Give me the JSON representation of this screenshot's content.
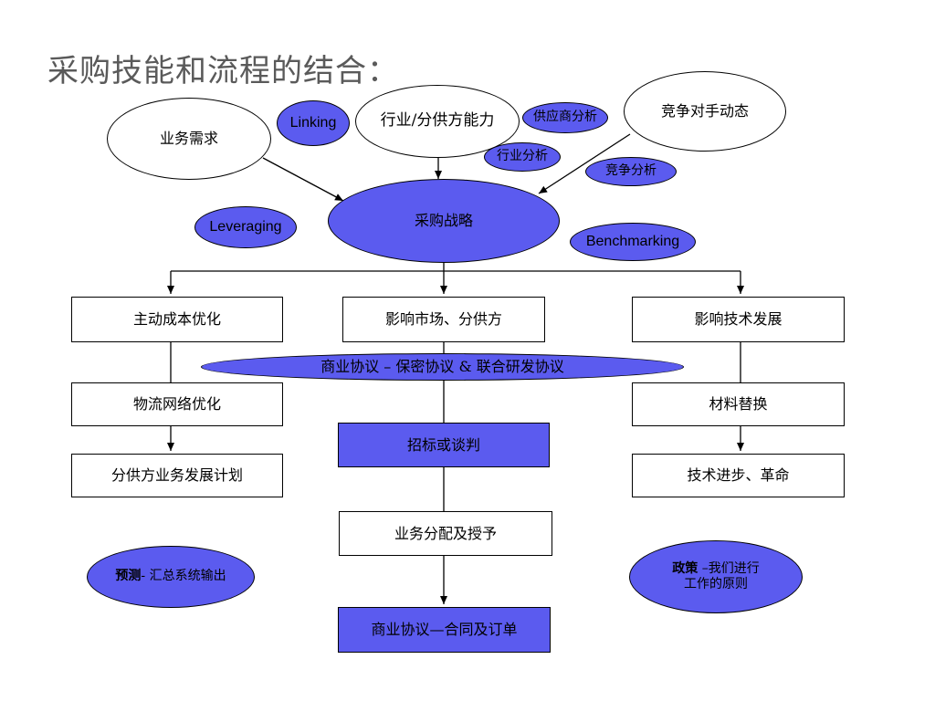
{
  "title": "采购技能和流程的结合：",
  "nodes": {
    "business_needs": "业务需求",
    "industry_capability": "行业/分供方能力",
    "competitor_dynamics": "竞争对手动态",
    "linking": "Linking",
    "supplier_analysis": "供应商分析",
    "industry_analysis": "行业分析",
    "competition_analysis": "竞争分析",
    "leveraging": "Leveraging",
    "procurement_strategy": "采购战略",
    "benchmarking": "Benchmarking",
    "cost_optimization": "主动成本优化",
    "influence_market": "影响市场、分供方",
    "influence_tech": "影响技术发展",
    "business_agreement": "商业协议 – 保密协议 & 联合研发协议",
    "logistics_optimization": "物流网络优化",
    "material_substitution": "材料替换",
    "bidding": "招标或谈判",
    "supplier_development": "分供方业务发展计划",
    "tech_progress": "技术进步、革命",
    "business_allocation": "业务分配及授予",
    "forecast_bold": "预测",
    "forecast_rest": "- 汇总系统输出",
    "policy_bold": "政策",
    "policy_line1_rest": " –我们进行",
    "policy_line2": "工作的原则",
    "contract": "商业协议—合同及订单"
  }
}
